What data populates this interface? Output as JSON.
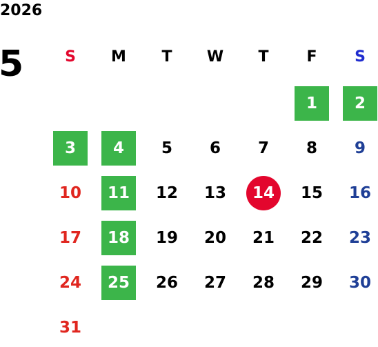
{
  "year": "2026",
  "month": "5",
  "weekdays": [
    {
      "label": "S",
      "color": "#e3062d"
    },
    {
      "label": "M",
      "color": "#000000"
    },
    {
      "label": "T",
      "color": "#000000"
    },
    {
      "label": "W",
      "color": "#000000"
    },
    {
      "label": "T",
      "color": "#000000"
    },
    {
      "label": "F",
      "color": "#000000"
    },
    {
      "label": "S",
      "color": "#1f2ccf"
    }
  ],
  "first_weekday_index": 5,
  "days": [
    {
      "label": "1",
      "holiday": true
    },
    {
      "label": "2",
      "holiday": true
    },
    {
      "label": "3",
      "holiday": true
    },
    {
      "label": "4",
      "holiday": true
    },
    {
      "label": "5"
    },
    {
      "label": "6"
    },
    {
      "label": "7"
    },
    {
      "label": "8"
    },
    {
      "label": "9"
    },
    {
      "label": "10"
    },
    {
      "label": "11",
      "holiday": true
    },
    {
      "label": "12"
    },
    {
      "label": "13"
    },
    {
      "label": "14",
      "today": true
    },
    {
      "label": "15"
    },
    {
      "label": "16"
    },
    {
      "label": "17"
    },
    {
      "label": "18",
      "holiday": true
    },
    {
      "label": "19"
    },
    {
      "label": "20"
    },
    {
      "label": "21"
    },
    {
      "label": "22"
    },
    {
      "label": "23"
    },
    {
      "label": "24"
    },
    {
      "label": "25",
      "holiday": true
    },
    {
      "label": "26"
    },
    {
      "label": "27"
    },
    {
      "label": "28"
    },
    {
      "label": "29"
    },
    {
      "label": "30"
    },
    {
      "label": "31"
    }
  ],
  "colors": {
    "holiday_bg": "#3cb54a",
    "today_bg": "#e3062d",
    "sunday_text": "#e0261f",
    "saturday_text": "#1f3f96"
  }
}
